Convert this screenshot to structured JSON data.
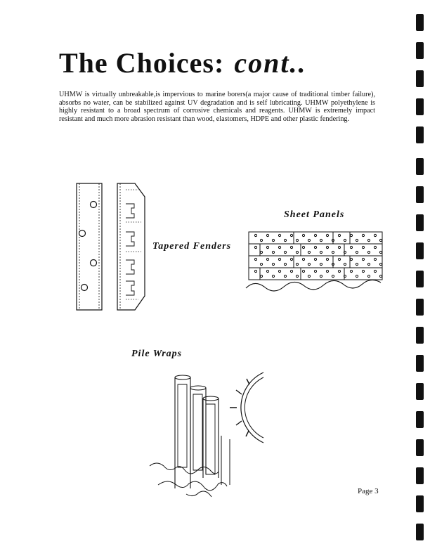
{
  "title": {
    "main": "The Choices:",
    "italic": "cont.."
  },
  "body_paragraph": "UHMW is virtually unbreakable,is impervious to marine borers(a major cause of traditional timber failure), absorbs no water, can be stabilized against UV degradation and is self lubricating. UHMW polyethylene is highly resistant to a broad spectrum of corrosive chemicals and reagents. UHMW is extremely impact resistant and much more abrasion resistant than wood, elastomers, HDPE and other plastic fendering.",
  "captions": {
    "tapered_fenders": "Tapered Fenders",
    "sheet_panels": "Sheet Panels",
    "pile_wraps": "Pile Wraps"
  },
  "page_number": "Page 3",
  "colors": {
    "ink": "#111111",
    "paper": "#ffffff"
  }
}
